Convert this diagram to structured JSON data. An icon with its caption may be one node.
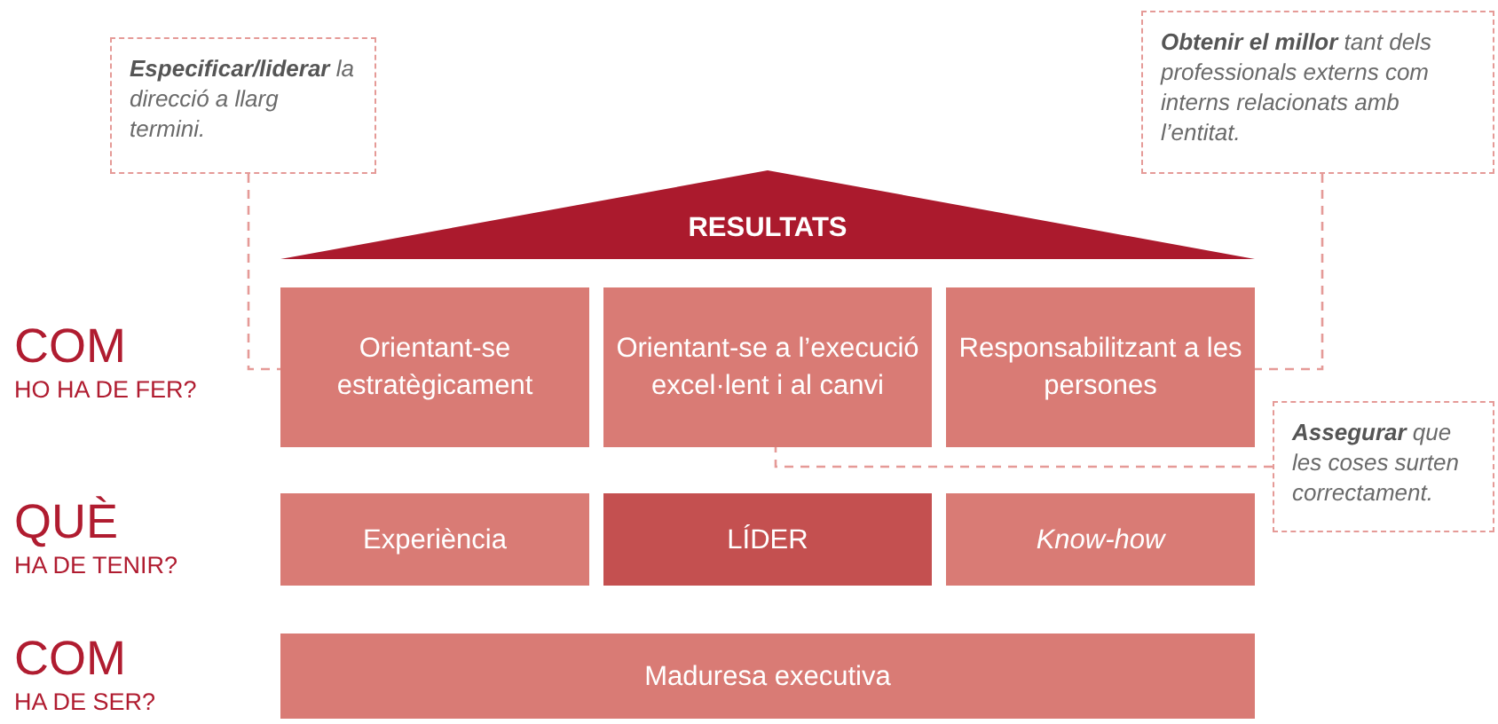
{
  "diagram": {
    "nodes": [
      {
        "text": [
          "**Especificar/liderar** la direcció a llarg termini."
        ]
      },
      {
        "text": [
          "**Obtenir el millor** tant dels professionals externs com interns relacionats amb l’entitat."
        ]
      },
      {
        "text": [
          "RESULTATS"
        ]
      },
      {
        "text": [
          "Orientant-se estratègicament"
        ]
      },
      {
        "text": [
          "Orientant-se a l’execució excel·lent i al canvi"
        ]
      },
      {
        "text": [
          "Responsabilitzant a les persones"
        ]
      },
      {
        "text": [
          "**Assegurar** que les coses surten correctament."
        ]
      },
      {
        "text": [
          "Experiència"
        ]
      },
      {
        "text": [
          "LÍDER"
        ]
      },
      {
        "text": [
          "Know-how"
        ]
      },
      {
        "text": [
          "Maduresa executiva"
        ]
      }
    ],
    "edges": [
      {
        "from": 0,
        "to": 3,
        "arrow": "none",
        "style": "dashed"
      },
      {
        "from": 1,
        "to": 5,
        "arrow": "none",
        "style": "dashed"
      },
      {
        "from": 6,
        "to": 4,
        "arrow": "none",
        "style": "dashed"
      }
    ],
    "labels": [
      "COM",
      "HO HA DE FER?",
      "QUÈ",
      "HA DE TENIR?",
      "COM",
      "HA DE SER?"
    ]
  }
}
